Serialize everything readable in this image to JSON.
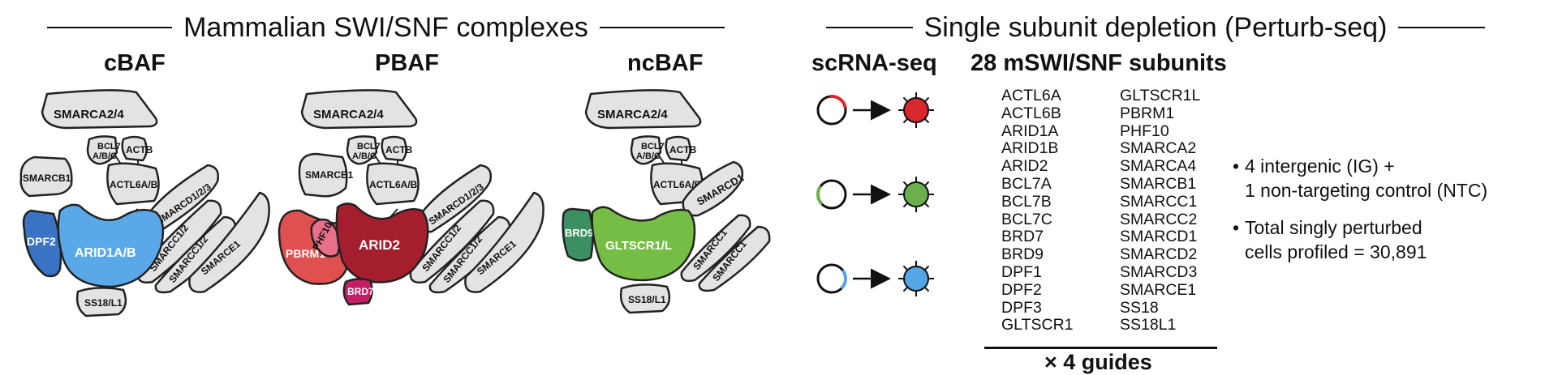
{
  "left_title": "Mammalian SWI/SNF complexes",
  "right_title": "Single subunit depletion (Perturb-seq)",
  "complexes": [
    {
      "name": "cBAF",
      "labels": {
        "smarca": "SMARCA2/4",
        "bcl7": "BCL7",
        "bcl7b": "A/B/C",
        "actb": "ACTB",
        "actl6a": "ACTL6A/B",
        "smarcd": "SMARCD1/2/3",
        "smarcb1": "SMARCB1",
        "smarcc1": "SMARCC1/2",
        "smarcc2": "SMARCC1/2",
        "smarce1": "SMARCE1",
        "dpf2": "DPF2",
        "core": "ARID1A/B",
        "ss18": "SS18/L1"
      }
    },
    {
      "name": "PBAF",
      "labels": {
        "smarca": "SMARCA2/4",
        "bcl7": "BCL7",
        "bcl7b": "A/B/C",
        "actb": "ACTB",
        "actl6a": "ACTL6A/B",
        "smarcd": "SMARCD1/2/3",
        "smarcb1": "SMARCB1",
        "smarcc1": "SMARCC1/2",
        "smarcc2": "SMARCC1/2",
        "smarce1": "SMARCE1",
        "pbrm1": "PBRM1",
        "phf10": "PHF10",
        "core": "ARID2",
        "brd7": "BRD7"
      }
    },
    {
      "name": "ncBAF",
      "labels": {
        "smarca": "SMARCA2/4",
        "bcl7": "BCL7",
        "bcl7b": "A/B/C",
        "actb": "ACTB",
        "actl6a": "ACTL6A/B",
        "smarcd": "SMARCD1",
        "smarcc1": "SMARCC1",
        "smarcc2": "SMARCC1",
        "brd9": "BRD9",
        "core": "GLTSCR1/L",
        "ss18": "SS18/L1"
      }
    }
  ],
  "colors": {
    "gray_subunit": "#e3e3e3",
    "cbaf_core": "#5aa8e8",
    "cbaf_dpf2": "#3a72c4",
    "pbaf_core": "#a51e2e",
    "pbaf_pbrm1": "#e05050",
    "pbaf_phf10": "#e8708a",
    "pbaf_brd7": "#c41e64",
    "ncbaf_core": "#76bd45",
    "ncbaf_brd9": "#3c8f62",
    "cell_red": "#d9272e",
    "cell_green": "#6ab04c",
    "cell_blue": "#55a6e6"
  },
  "scrna": {
    "header": "scRNA-seq",
    "cells": [
      "cell_red",
      "cell_green",
      "cell_blue"
    ]
  },
  "subunits": {
    "header": "28 mSWI/SNF subunits",
    "col1": [
      "ACTL6A",
      "ACTL6B",
      "ARID1A",
      "ARID1B",
      "ARID2",
      "BCL7A",
      "BCL7B",
      "BCL7C",
      "BRD7",
      "BRD9",
      "DPF1",
      "DPF2",
      "DPF3",
      "GLTSCR1"
    ],
    "col2": [
      "GLTSCR1L",
      "PBRM1",
      "PHF10",
      "SMARCA2",
      "SMARCA4",
      "SMARCB1",
      "SMARCC1",
      "SMARCC2",
      "SMARCD1",
      "SMARCD2",
      "SMARCD3",
      "SMARCE1",
      "SS18",
      "SS18L1"
    ],
    "guides": "× 4 guides"
  },
  "bullets": [
    {
      "line1": "4 intergenic (IG) +",
      "line2": "1 non-targeting control (NTC)"
    },
    {
      "line1": "Total singly perturbed",
      "line2": "cells profiled = 30,891"
    }
  ]
}
